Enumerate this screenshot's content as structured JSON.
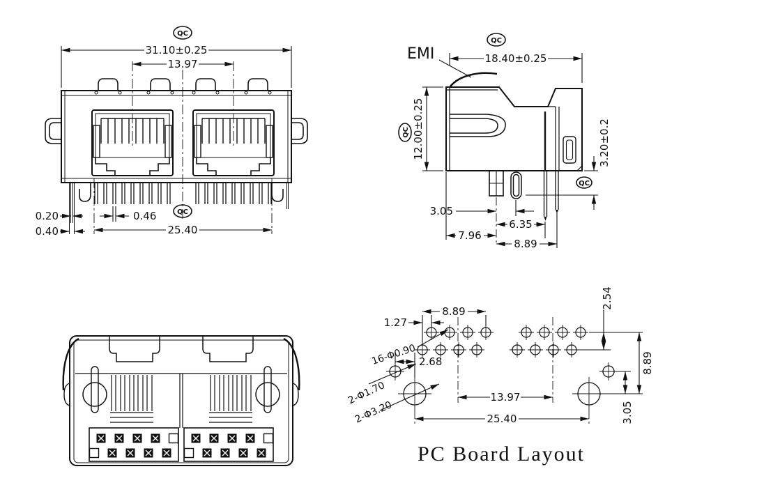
{
  "stamp": "QC",
  "front": {
    "dim_width": "31.10±0.25",
    "dim_ports": "13.97",
    "dim_020": "0.20",
    "dim_040": "0.40",
    "dim_046": "0.46",
    "dim_2540": "25.40"
  },
  "side": {
    "emi": "EMI",
    "dim_depth": "18.40±0.25",
    "dim_height": "12.00±0.25",
    "dim_320": "3.20±0.2",
    "dim_305": "3.05",
    "dim_635": "6.35",
    "dim_796": "7.96",
    "dim_889": "8.89"
  },
  "pcb": {
    "dim_889_top": "8.89",
    "dim_127": "1.27",
    "dim_254": "2.54",
    "label_holes": "16-Φ0.90",
    "dim_268": "2.68",
    "label_small": "2-Φ1.70",
    "label_big": "2-Φ3.20",
    "dim_1397": "13.97",
    "dim_2540": "25.40",
    "dim_889_right": "8.89",
    "dim_305": "3.05",
    "title": "PC Board Layout"
  }
}
